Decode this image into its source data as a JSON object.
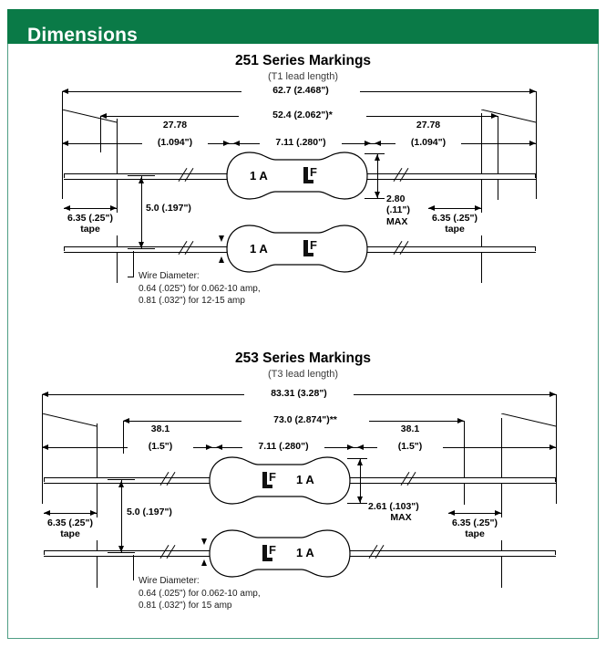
{
  "header": {
    "title": "Dimensions",
    "bar_color": "#0a7a47",
    "border_color": "#4f9e85"
  },
  "sections": [
    {
      "id": "series-251",
      "title": "251 Series Markings",
      "subtitle": "(T1 lead length)",
      "overall_length": "62.7 (2.468\")",
      "inner_length": "52.4 (2.062\")*",
      "lead_left_mm": "27.78",
      "lead_left_in": "(1.094\")",
      "lead_right_mm": "27.78",
      "lead_right_in": "(1.094\")",
      "body_length": "7.11 (.280\")",
      "body_diameter_lines": [
        "2.80",
        "(.11\")",
        "MAX"
      ],
      "pitch": "5.0 (.197\")",
      "tape_left": [
        "6.35 (.25\")",
        "tape"
      ],
      "tape_right": [
        "6.35 (.25\")",
        "tape"
      ],
      "wire_note": [
        "Wire Diameter:",
        "0.64 (.025\") for 0.062-10 amp,",
        "0.81 (.032\") for 12-15 amp"
      ],
      "marking_rating": "1 A",
      "marking_logo": "littelfuse-lf-logo",
      "marking_order": "rating-then-logo"
    },
    {
      "id": "series-253",
      "title": "253 Series Markings",
      "subtitle": "(T3 lead length)",
      "overall_length": "83.31 (3.28\")",
      "inner_length": "73.0 (2.874\")**",
      "lead_left_mm": "38.1",
      "lead_left_in": "(1.5\")",
      "lead_right_mm": "38.1",
      "lead_right_in": "(1.5\")",
      "body_length": "7.11 (.280\")",
      "body_diameter_lines": [
        "2.61 (.103\")",
        "MAX"
      ],
      "pitch": "5.0 (.197\")",
      "tape_left": [
        "6.35 (.25\")",
        "tape"
      ],
      "tape_right": [
        "6.35 (.25\")",
        "tape"
      ],
      "wire_note": [
        "Wire Diameter:",
        "0.64 (.025\") for 0.062-10 amp,",
        "0.81 (.032\") for 15 amp"
      ],
      "marking_rating": "1 A",
      "marking_logo": "littelfuse-lf-logo",
      "marking_order": "logo-then-rating"
    }
  ]
}
